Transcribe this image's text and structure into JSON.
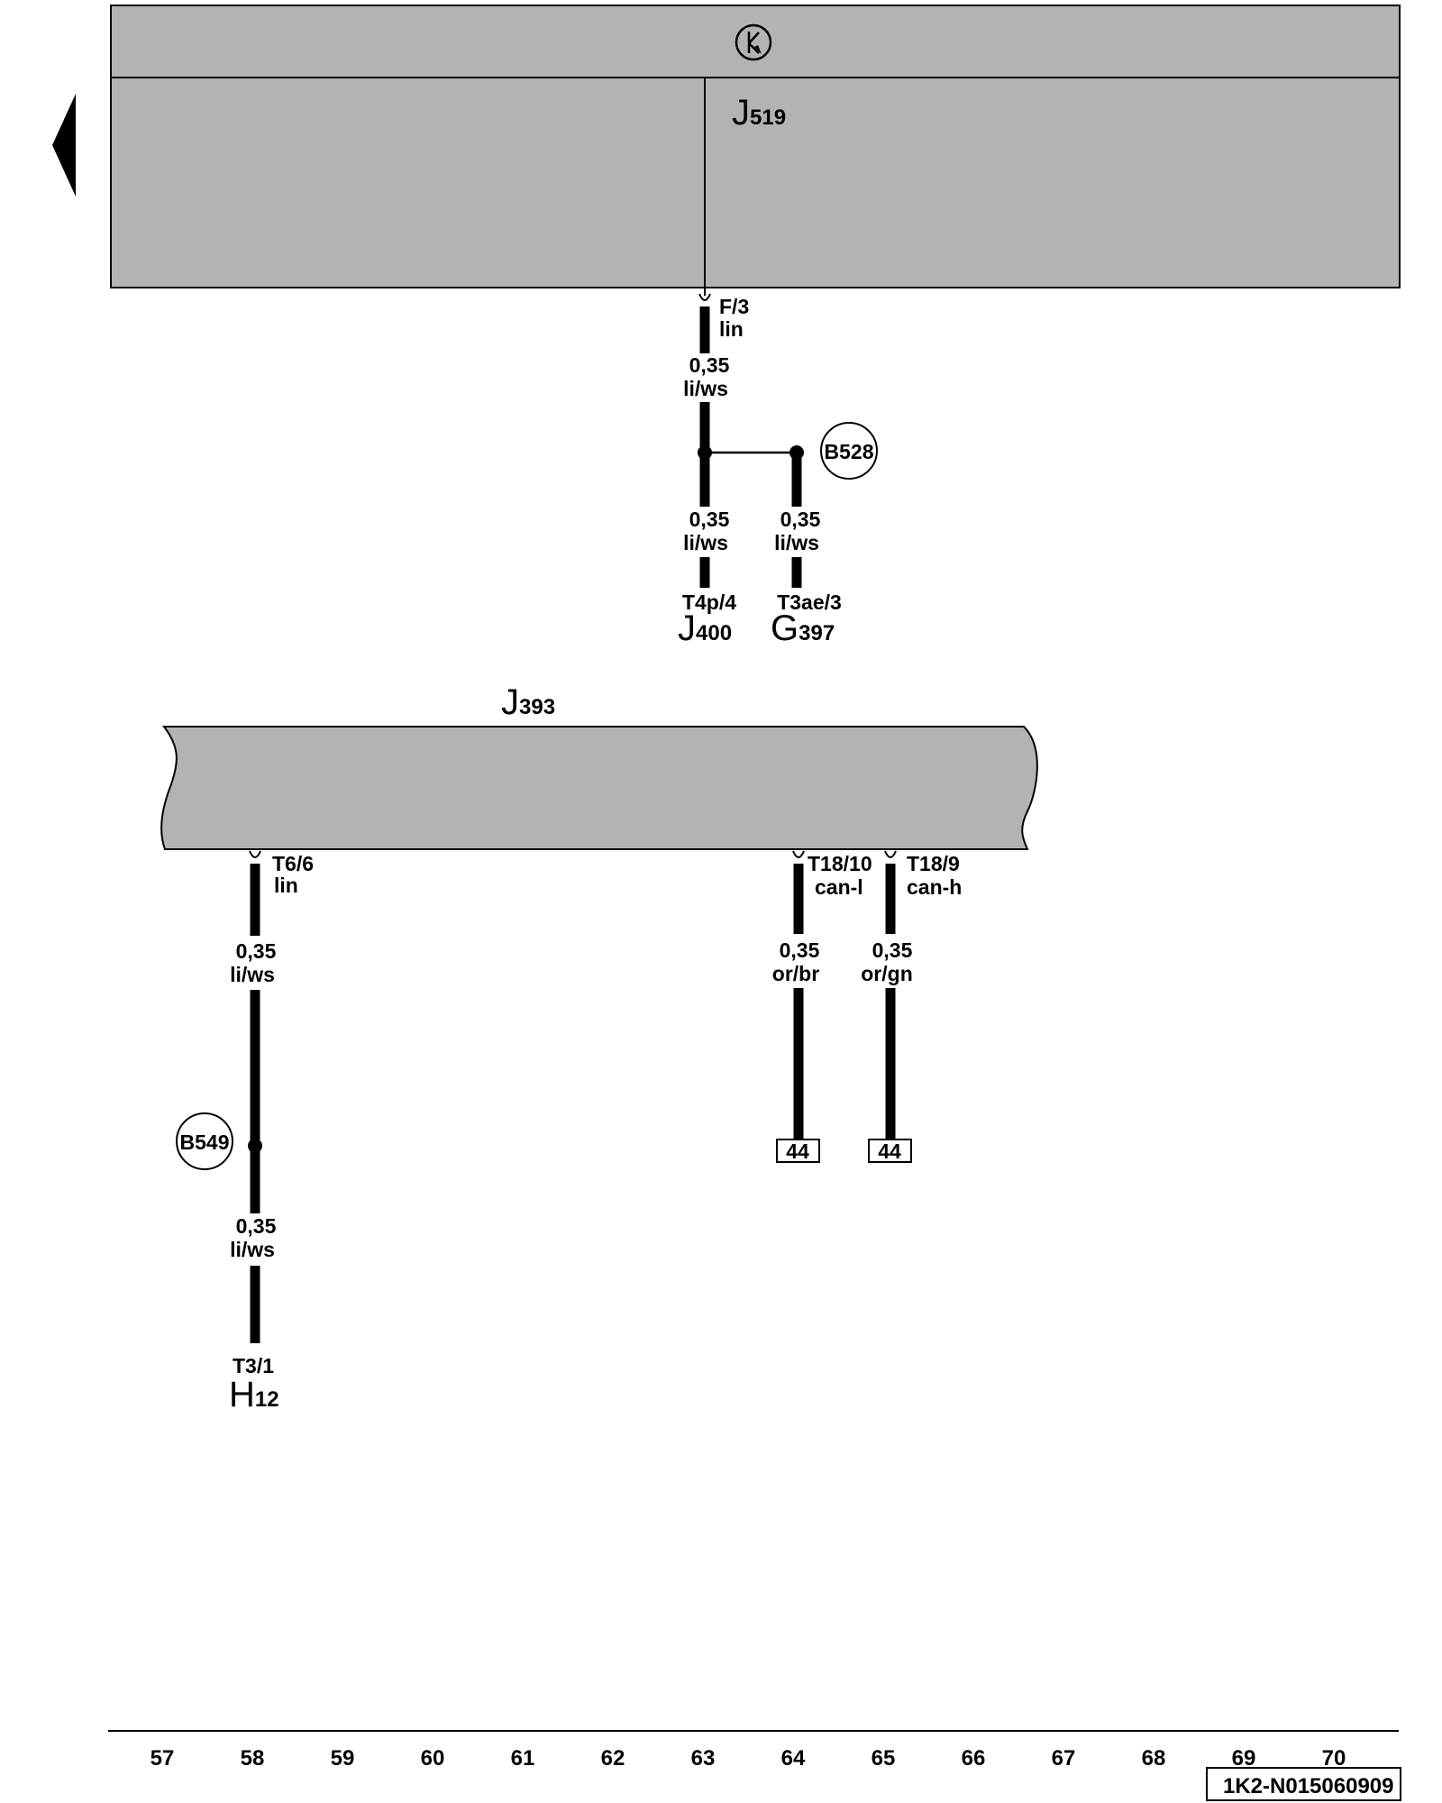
{
  "modules": {
    "j519": {
      "letter": "J",
      "num": "519"
    },
    "j393": {
      "letter": "J",
      "num": "393"
    }
  },
  "pins": {
    "f3": "F/3",
    "f3_sig": "lin",
    "t6_6": "T6/6",
    "t6_6_sig": "lin",
    "t18_10": "T18/10",
    "t18_10_sig": "can-l",
    "t18_9": "T18/9",
    "t18_9_sig": "can-h",
    "t4p4": "T4p/4",
    "t3ae3": "T3ae/3",
    "t3_1": "T3/1"
  },
  "wires": {
    "w1": {
      "size": "0,35",
      "color": "li/ws"
    },
    "w2": {
      "size": "0,35",
      "color": "li/ws"
    },
    "w3": {
      "size": "0,35",
      "color": "li/ws"
    },
    "w4": {
      "size": "0,35",
      "color": "li/ws"
    },
    "w5": {
      "size": "0,35",
      "color": "li/ws"
    },
    "w6": {
      "size": "0,35",
      "color": "or/br"
    },
    "w7": {
      "size": "0,35",
      "color": "or/gn"
    }
  },
  "splices": {
    "b528": "B528",
    "b549": "B549"
  },
  "components": {
    "j400": {
      "letter": "J",
      "num": "400"
    },
    "g397": {
      "letter": "G",
      "num": "397"
    },
    "h12": {
      "letter": "H",
      "num": "12"
    }
  },
  "refs": {
    "r1": "44",
    "r2": "44"
  },
  "grid": [
    "57",
    "58",
    "59",
    "60",
    "61",
    "62",
    "63",
    "64",
    "65",
    "66",
    "67",
    "68",
    "69",
    "70"
  ],
  "doc_id": "1K2-N015060909",
  "icons": {
    "kl30": "k-symbol-icon",
    "prev": "arrow-left-icon"
  },
  "colors": {
    "module_fill": "#b3b3b3",
    "line": "#000000"
  }
}
